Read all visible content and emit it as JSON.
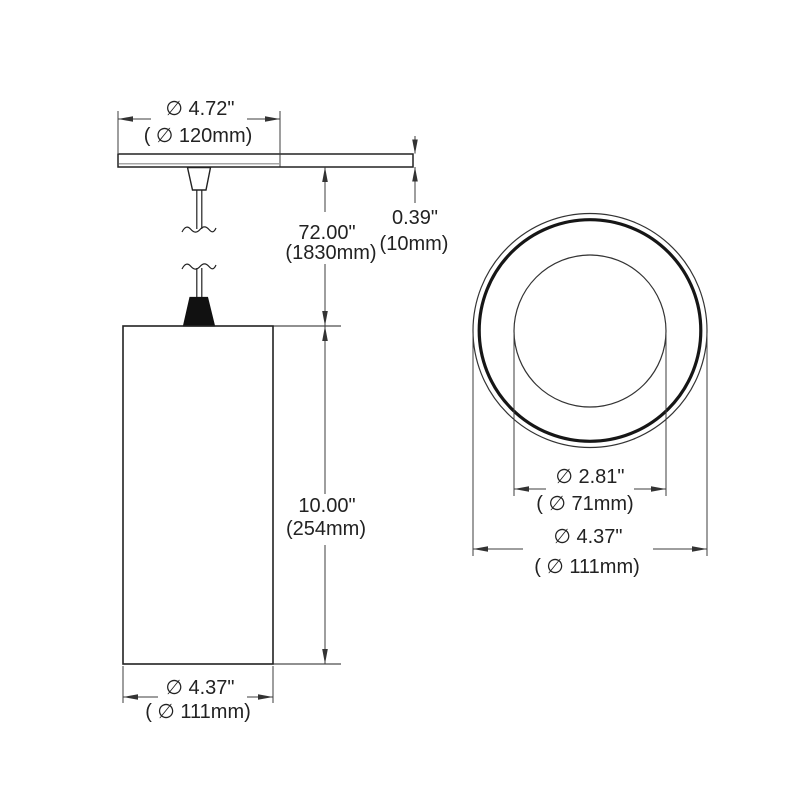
{
  "side_view": {
    "canopy_diameter": {
      "inch": "∅ 4.72\"",
      "mm": "( ∅ 120mm)"
    },
    "canopy_thickness": {
      "inch": "0.39\"",
      "mm": "(10mm)"
    },
    "suspension_length": {
      "inch": "72.00\"",
      "mm": "(1830mm)"
    },
    "shade_height": {
      "inch": "10.00\"",
      "mm": "(254mm)"
    },
    "shade_diameter": {
      "inch": "∅ 4.37\"",
      "mm": "( ∅ 111mm)"
    }
  },
  "bottom_view": {
    "opening_diameter": {
      "inch": "∅ 2.81\"",
      "mm": "( ∅ 71mm)"
    },
    "outer_diameter": {
      "inch": "∅ 4.37\"",
      "mm": "( ∅ 111mm)"
    }
  },
  "style": {
    "line_color": "#222222",
    "background": "#ffffff"
  }
}
